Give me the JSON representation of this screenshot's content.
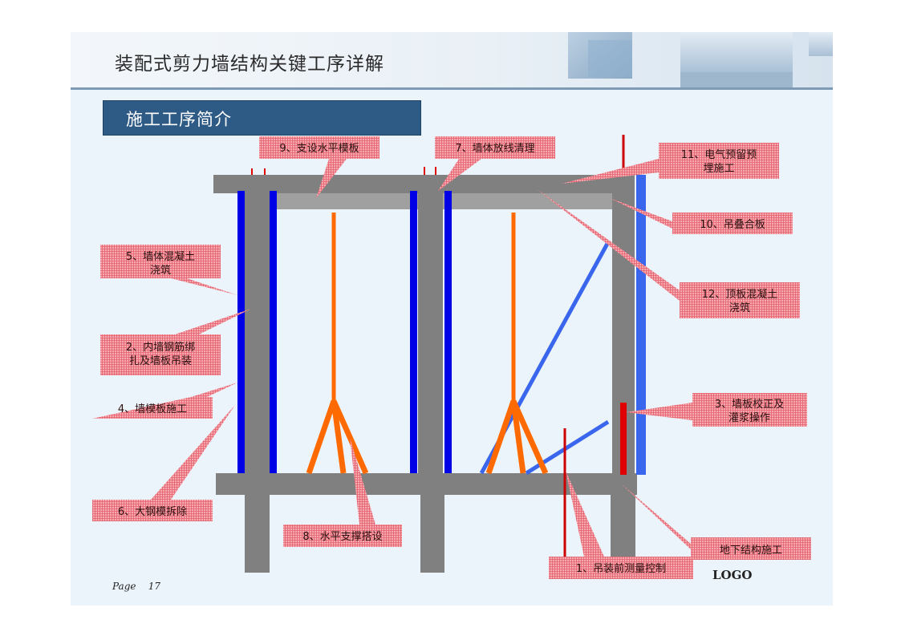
{
  "header": {
    "title": "装配式剪力墙结构关键工序详解"
  },
  "section": {
    "title": "施工工序简介"
  },
  "callouts": {
    "c9": [
      "9、支设水平模板"
    ],
    "c7": [
      "7、墙体放线清理"
    ],
    "c11": [
      "11、电气预留预",
      "埋施工"
    ],
    "c10": [
      "10、吊叠合板"
    ],
    "c5": [
      "5、墙体混凝土",
      "浇筑"
    ],
    "c12": [
      "12、顶板混凝土",
      "浇筑"
    ],
    "c2": [
      "2、内墙钢筋绑",
      "扎及墙板吊装"
    ],
    "c4": [
      "4、墙模板施工"
    ],
    "c3": [
      "3、墙板校正及",
      "灌浆操作"
    ],
    "c6": [
      "6、大钢模拆除"
    ],
    "c8": [
      "8、水平支撑搭设"
    ],
    "c_basement": [
      "地下结构施工"
    ],
    "c1": [
      "1、吊装前测量控制"
    ]
  },
  "footer": {
    "page": "Page    17",
    "logo": "LOGO"
  },
  "colors": {
    "structure_gray": "#808080",
    "slab_light_gray": "#a0a0a0",
    "formwork_blue": "#0000e6",
    "brace_blue": "#3a66ee",
    "support_orange": "#ff6a00",
    "grout_red": "#e00000",
    "callout_pink": "#f4a4ac",
    "section_blue": "#2e5a86"
  }
}
